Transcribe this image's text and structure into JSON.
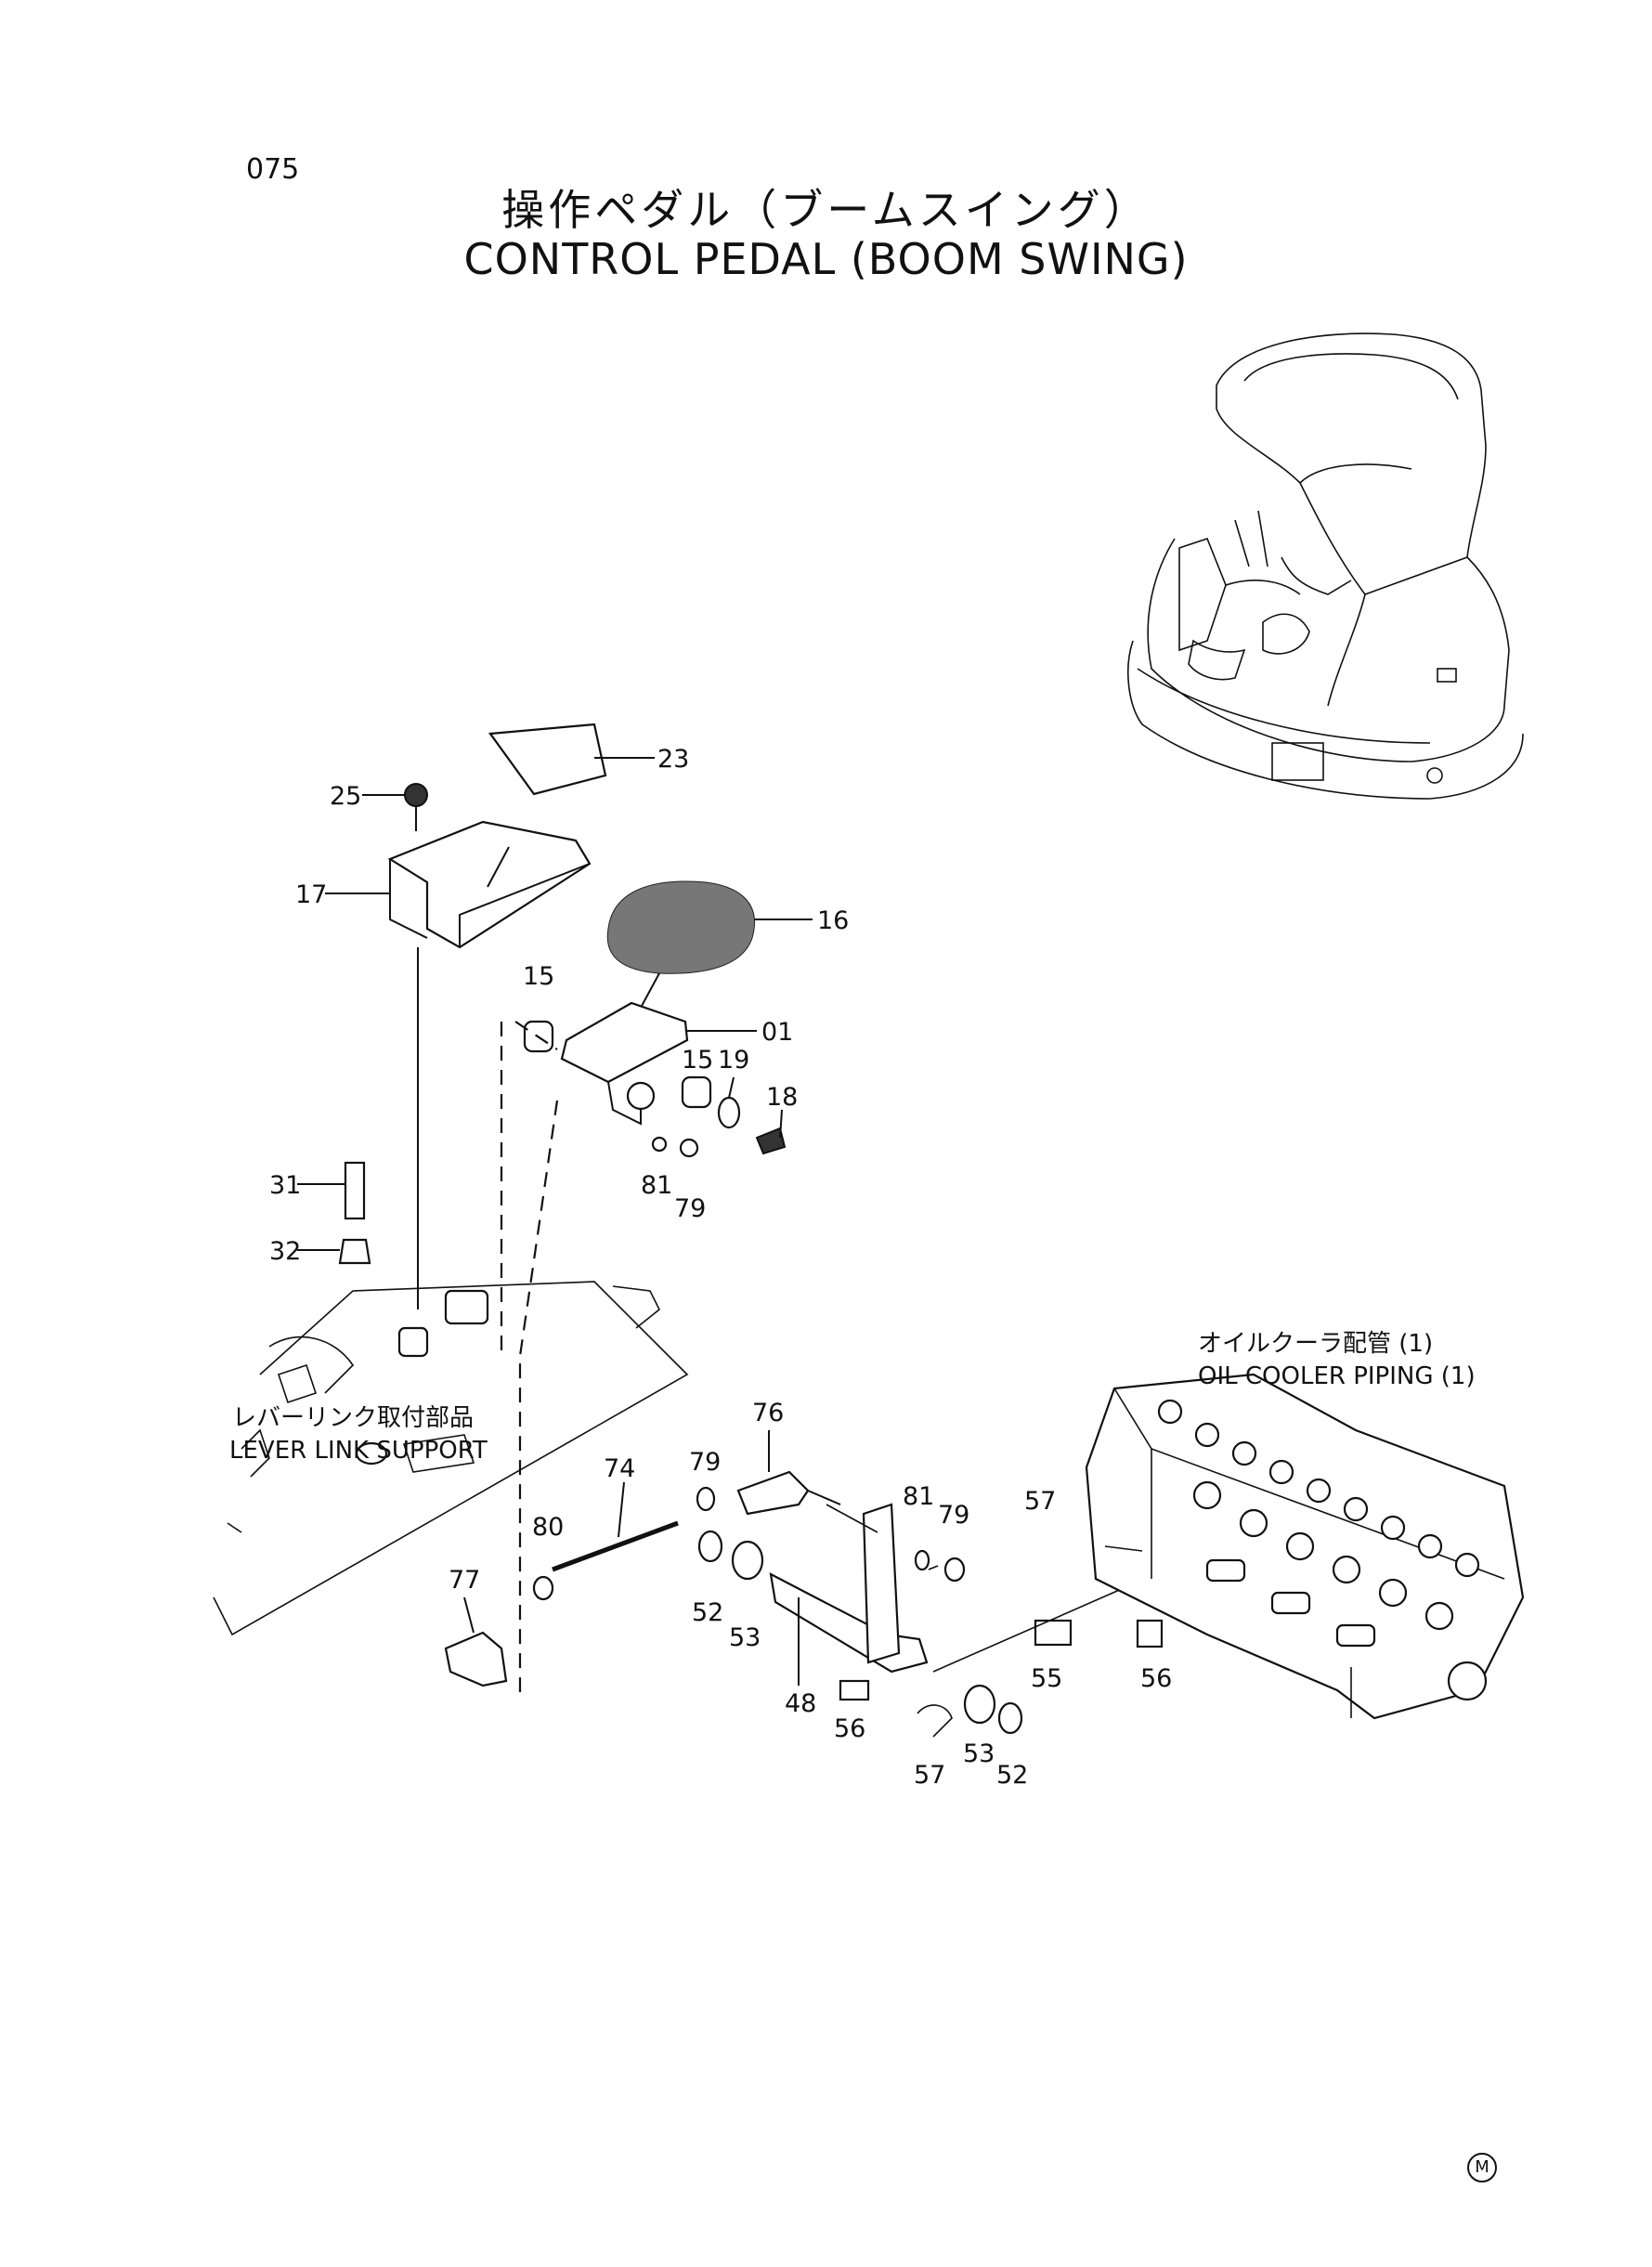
{
  "page": {
    "number": "075"
  },
  "title": {
    "jp": "操作ペダル（ブームスイング）",
    "en": "CONTROL PEDAL (BOOM SWING)"
  },
  "callouts": [
    {
      "id": "c23",
      "text": "23"
    },
    {
      "id": "c25",
      "text": "25"
    },
    {
      "id": "c17",
      "text": "17"
    },
    {
      "id": "c16",
      "text": "16"
    },
    {
      "id": "c15a",
      "text": "15"
    },
    {
      "id": "c01",
      "text": "01"
    },
    {
      "id": "c15b",
      "text": "15"
    },
    {
      "id": "c19",
      "text": "19"
    },
    {
      "id": "c18",
      "text": "18"
    },
    {
      "id": "c81a",
      "text": "81"
    },
    {
      "id": "c79a",
      "text": "79"
    },
    {
      "id": "c31",
      "text": "31"
    },
    {
      "id": "c32",
      "text": "32"
    },
    {
      "id": "c76",
      "text": "76"
    },
    {
      "id": "c79b",
      "text": "79"
    },
    {
      "id": "c74",
      "text": "74"
    },
    {
      "id": "c80",
      "text": "80"
    },
    {
      "id": "c77",
      "text": "77"
    },
    {
      "id": "c81b",
      "text": "81"
    },
    {
      "id": "c79c",
      "text": "79"
    },
    {
      "id": "c57a",
      "text": "57"
    },
    {
      "id": "c52a",
      "text": "52"
    },
    {
      "id": "c53a",
      "text": "53"
    },
    {
      "id": "c48",
      "text": "48"
    },
    {
      "id": "c55",
      "text": "55"
    },
    {
      "id": "c56a",
      "text": "56"
    },
    {
      "id": "c56b",
      "text": "56"
    },
    {
      "id": "c57b",
      "text": "57"
    },
    {
      "id": "c53b",
      "text": "53"
    },
    {
      "id": "c52b",
      "text": "52"
    }
  ],
  "sub_assemblies": {
    "lever_link_support": {
      "jp": "レバーリンク取付部品",
      "en": "LEVER LINK SUPPORT"
    },
    "oil_cooler_piping": {
      "jp": "オイルクーラ配管 (1)",
      "en": "OIL COOLER PIPING (1)"
    }
  },
  "footer": {
    "mark": "M"
  }
}
